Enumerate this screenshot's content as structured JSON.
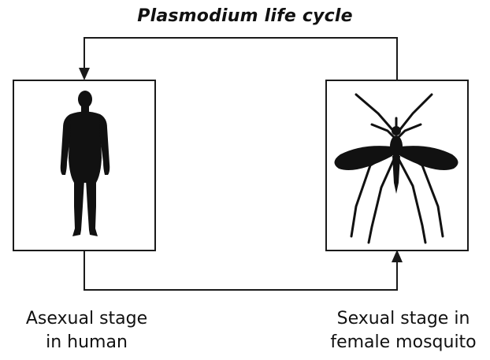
{
  "title": "Plasmodium life cycle",
  "left_stage": {
    "caption_line1": "Asexual stage",
    "caption_line2": "in human",
    "image_icon": "human-silhouette-icon"
  },
  "right_stage": {
    "caption_line1": "Sexual stage in",
    "caption_line2": "female mosquito",
    "image_icon": "mosquito-silhouette-icon"
  },
  "colors": {
    "line": "#1a1a1a",
    "silhouette": "#111111",
    "background": "#ffffff"
  }
}
